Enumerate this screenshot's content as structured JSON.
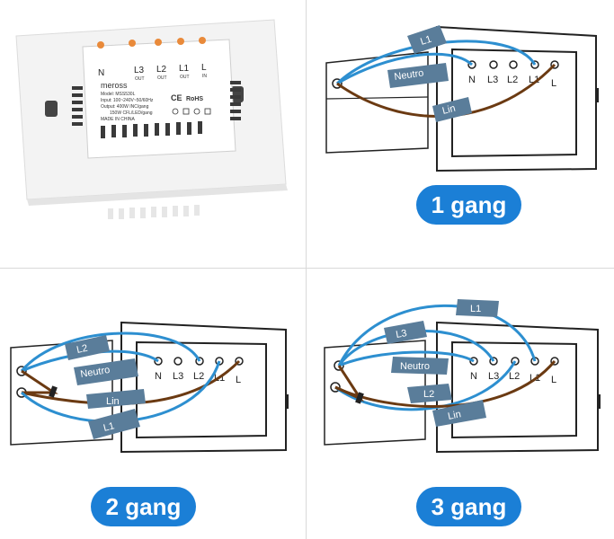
{
  "product": {
    "brand": "meross",
    "model": "Model: MSS530L",
    "input": "Input: 100~240V~50/60Hz",
    "output": "Output: 400W INC/gang",
    "output2": "150W CFL/LED/gang",
    "origin": "MADE IN CHINA",
    "terminals": [
      "N",
      "L3",
      "L2",
      "L1",
      "L"
    ],
    "terminal_subs": [
      "",
      "OUT",
      "OUT",
      "OUT",
      "IN"
    ]
  },
  "diagrams": [
    {
      "pill": "1 gang",
      "terminals": [
        "N",
        "L3",
        "L2",
        "L1",
        "L"
      ],
      "wires": [
        "L1",
        "Neutro",
        "Lin"
      ]
    },
    {
      "pill": "2 gang",
      "terminals": [
        "N",
        "L3",
        "L2",
        "L1",
        "L"
      ],
      "wires": [
        "L2",
        "Neutro",
        "Lin",
        "L1"
      ]
    },
    {
      "pill": "3 gang",
      "terminals": [
        "N",
        "L3",
        "L2",
        "L1",
        "L"
      ],
      "wires": [
        "L1",
        "L3",
        "Neutro",
        "L2",
        "Lin"
      ]
    }
  ],
  "colors": {
    "blue_wire": "#2d8fd0",
    "brown_wire": "#6b3a12",
    "tag": "#5a7d9a",
    "pill": "#1b7fd6"
  }
}
